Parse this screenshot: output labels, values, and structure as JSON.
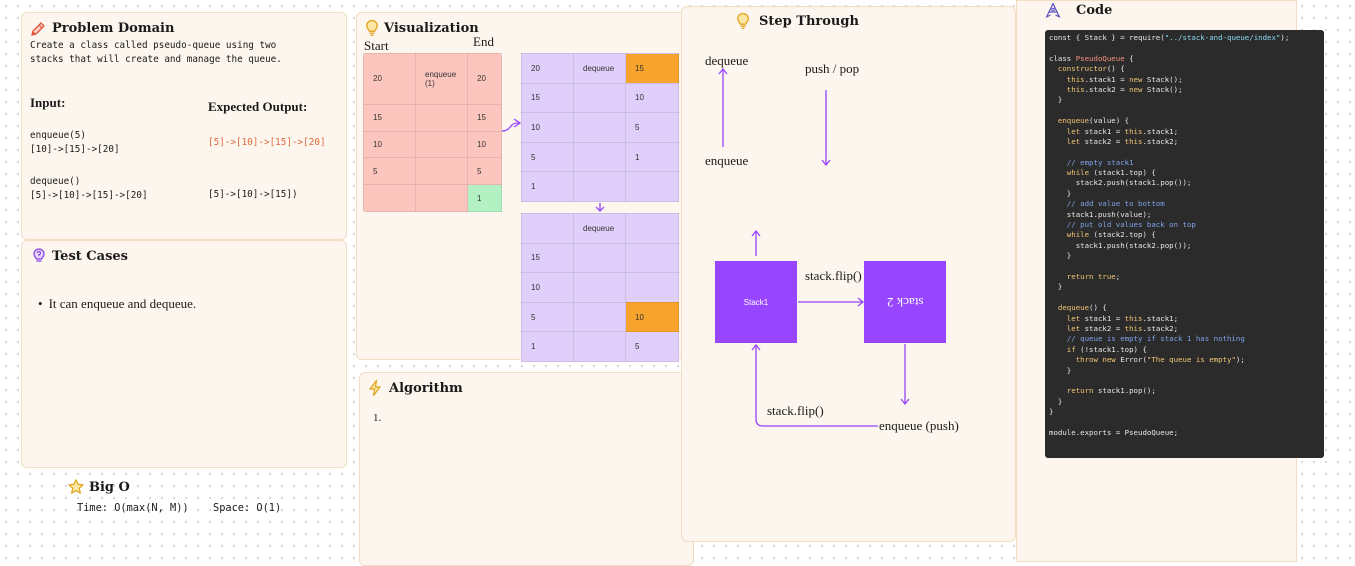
{
  "problem": {
    "title": "Problem Domain",
    "description_lines": [
      "Create a class called pseudo-queue using two",
      "stacks that will create and manage the queue."
    ],
    "input_label": "Input:",
    "output_label": "Expected Output:",
    "examples": [
      {
        "input_lines": [
          "enqueue(5)",
          "[10]->[15]->[20]"
        ],
        "output": "[5]->[10]->[15]->[20]",
        "output_color": "#e06a3b"
      },
      {
        "input_lines": [
          "dequeue()",
          "[5]->[10]->[15]->[20]"
        ],
        "output": "[5]->[10]->[15])",
        "output_color": "#1a1a1a"
      }
    ]
  },
  "tests": {
    "title": "Test Cases",
    "items": [
      "It can enqueue and dequeue."
    ]
  },
  "bigo": {
    "title": "Big O",
    "time": "Time: O(max(N, M))",
    "space": "Space: O(1)"
  },
  "visualization": {
    "title": "Visualization",
    "start_label": "Start",
    "end_label": "End",
    "table_start": [
      [
        "20",
        "enqueue\n(1)",
        "20"
      ],
      [
        "15",
        "",
        "15"
      ],
      [
        "10",
        "",
        "10"
      ],
      [
        "5",
        "",
        "5"
      ],
      [
        "",
        "",
        "1"
      ]
    ],
    "table_top": [
      [
        "20",
        "dequeue",
        "15"
      ],
      [
        "15",
        "",
        "10"
      ],
      [
        "10",
        "",
        "5"
      ],
      [
        "5",
        "",
        "1"
      ],
      [
        "1",
        "",
        ""
      ]
    ],
    "table_bottom": [
      [
        "",
        "dequeue",
        ""
      ],
      [
        "15",
        "",
        ""
      ],
      [
        "10",
        "",
        ""
      ],
      [
        "5",
        "",
        "10"
      ],
      [
        "1",
        "",
        "5"
      ]
    ],
    "colors": {
      "start_table": "#fcc5bd",
      "purple_table": "#e0cffb",
      "highlight_orange": "#f8a42c",
      "highlight_green": "#b3f0c2"
    }
  },
  "algorithm": {
    "title": "Algorithm",
    "items": [
      "1."
    ]
  },
  "step_through": {
    "title": "Step Through",
    "dequeue_label": "dequeue",
    "enqueue_label": "enqueue",
    "push_pop_label": "push / pop",
    "stack1_label": "Stack1",
    "stack2_label": "stack 2",
    "flip_label_top": "stack.flip()",
    "flip_label_bottom": "stack.flip()",
    "enqueue_push_label": "enqueue (push)",
    "colors": {
      "stack_box": "#9745ff",
      "arrow": "#9745ff"
    }
  },
  "code": {
    "title": "Code",
    "lines": [
      [
        [
          "const { Stack } = require(",
          "#e8e8e8"
        ],
        [
          "\"../stack-and-queue/index\"",
          "#8ad7f2"
        ],
        [
          ");",
          "#e8e8e8"
        ]
      ],
      [],
      [
        [
          "class ",
          "#e8e8e8"
        ],
        [
          "PseudoQueue",
          "#f5907a"
        ],
        [
          " {",
          "#e8e8e8"
        ]
      ],
      [
        [
          "  constructor",
          "#f0c674"
        ],
        [
          "() {",
          "#e8e8e8"
        ]
      ],
      [
        [
          "    this",
          "#f0c674"
        ],
        [
          ".stack1 = ",
          "#e8e8e8"
        ],
        [
          "new",
          "#f0c674"
        ],
        [
          " Stack();",
          "#e8e8e8"
        ]
      ],
      [
        [
          "    this",
          "#f0c674"
        ],
        [
          ".stack2 = ",
          "#e8e8e8"
        ],
        [
          "new",
          "#f0c674"
        ],
        [
          " Stack();",
          "#e8e8e8"
        ]
      ],
      [
        [
          "  }",
          "#e8e8e8"
        ]
      ],
      [],
      [
        [
          "  enqueue",
          "#f0c674"
        ],
        [
          "(value) {",
          "#e8e8e8"
        ]
      ],
      [
        [
          "    let",
          "#f0c674"
        ],
        [
          " stack1 = ",
          "#e8e8e8"
        ],
        [
          "this",
          "#f0c674"
        ],
        [
          ".stack1;",
          "#e8e8e8"
        ]
      ],
      [
        [
          "    let",
          "#f0c674"
        ],
        [
          " stack2 = ",
          "#e8e8e8"
        ],
        [
          "this",
          "#f0c674"
        ],
        [
          ".stack2;",
          "#e8e8e8"
        ]
      ],
      [],
      [
        [
          "    // empty stack1",
          "#7fa3e8"
        ]
      ],
      [
        [
          "    while",
          "#f0c674"
        ],
        [
          " (stack1.top) {",
          "#e8e8e8"
        ]
      ],
      [
        [
          "      stack2.push(stack1.pop());",
          "#e8e8e8"
        ]
      ],
      [
        [
          "    }",
          "#e8e8e8"
        ]
      ],
      [
        [
          "    // add value to bottom",
          "#7fa3e8"
        ]
      ],
      [
        [
          "    stack1.push(value);",
          "#e8e8e8"
        ]
      ],
      [
        [
          "    // put old values back on top",
          "#7fa3e8"
        ]
      ],
      [
        [
          "    while",
          "#f0c674"
        ],
        [
          " (stack2.top) {",
          "#e8e8e8"
        ]
      ],
      [
        [
          "      stack1.push(stack2.pop());",
          "#e8e8e8"
        ]
      ],
      [
        [
          "    }",
          "#e8e8e8"
        ]
      ],
      [],
      [
        [
          "    return true",
          "#f0c674"
        ],
        [
          ";",
          "#e8e8e8"
        ]
      ],
      [
        [
          "  }",
          "#e8e8e8"
        ]
      ],
      [],
      [
        [
          "  dequeue",
          "#f0c674"
        ],
        [
          "() {",
          "#e8e8e8"
        ]
      ],
      [
        [
          "    let",
          "#f0c674"
        ],
        [
          " stack1 = ",
          "#e8e8e8"
        ],
        [
          "this",
          "#f0c674"
        ],
        [
          ".stack1;",
          "#e8e8e8"
        ]
      ],
      [
        [
          "    let",
          "#f0c674"
        ],
        [
          " stack2 = ",
          "#e8e8e8"
        ],
        [
          "this",
          "#f0c674"
        ],
        [
          ".stack2;",
          "#e8e8e8"
        ]
      ],
      [
        [
          "    // queue is empty if stack 1 has nothing",
          "#7fa3e8"
        ]
      ],
      [
        [
          "    if",
          "#f0c674"
        ],
        [
          " (!stack1.top) {",
          "#e8e8e8"
        ]
      ],
      [
        [
          "      throw new",
          "#f0c674"
        ],
        [
          " Error(",
          "#e8e8e8"
        ],
        [
          "\"The queue is empty\"",
          "#f0c674"
        ],
        [
          ");",
          "#e8e8e8"
        ]
      ],
      [
        [
          "    }",
          "#e8e8e8"
        ]
      ],
      [],
      [
        [
          "    return",
          "#f0c674"
        ],
        [
          " stack1.pop();",
          "#e8e8e8"
        ]
      ],
      [
        [
          "  }",
          "#e8e8e8"
        ]
      ],
      [
        [
          "}",
          "#e8e8e8"
        ]
      ],
      [],
      [
        [
          "module.exports = PseudoQueue;",
          "#e8e8e8"
        ]
      ]
    ]
  }
}
